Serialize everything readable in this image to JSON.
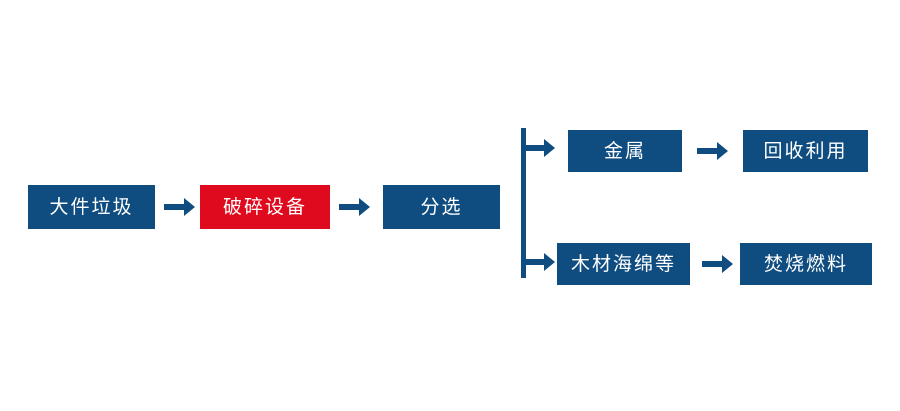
{
  "diagram": {
    "title_text": "",
    "colors": {
      "primary_blue": "#0f4c7f",
      "accent_red": "#e00a1e",
      "background": "#ffffff",
      "node_text": "#ffffff"
    },
    "nodes": {
      "bulky_waste": {
        "label": "大件垃圾",
        "color": "blue"
      },
      "crusher_equipment": {
        "label": "破碎设备",
        "color": "red"
      },
      "sorting": {
        "label": "分选",
        "color": "blue"
      },
      "metal": {
        "label": "金属",
        "color": "blue"
      },
      "recycling_reuse": {
        "label": "回收利用",
        "color": "blue"
      },
      "wood_sponge_etc": {
        "label": "木材海绵等",
        "color": "blue"
      },
      "incineration_fuel": {
        "label": "焚烧燃料",
        "color": "blue"
      }
    },
    "connectors": {
      "arrow_1": {
        "icon": "arrow-right-icon",
        "from": "大件垃圾",
        "to": "破碎设备"
      },
      "arrow_2": {
        "icon": "arrow-right-icon",
        "from": "破碎设备",
        "to": "分选"
      },
      "split_bracket": {
        "icon": "split-bracket-icon",
        "from": "分选",
        "to": "金属 / 木材海绵等"
      },
      "arrow_branch_top": {
        "icon": "arrow-right-icon",
        "from": "分选",
        "to": "金属"
      },
      "arrow_branch_bottom": {
        "icon": "arrow-right-icon",
        "from": "分选",
        "to": "木材海绵等"
      },
      "arrow_3": {
        "icon": "arrow-right-icon",
        "from": "金属",
        "to": "回收利用"
      },
      "arrow_4": {
        "icon": "arrow-right-icon",
        "from": "木材海绵等",
        "to": "焚烧燃料"
      }
    }
  }
}
